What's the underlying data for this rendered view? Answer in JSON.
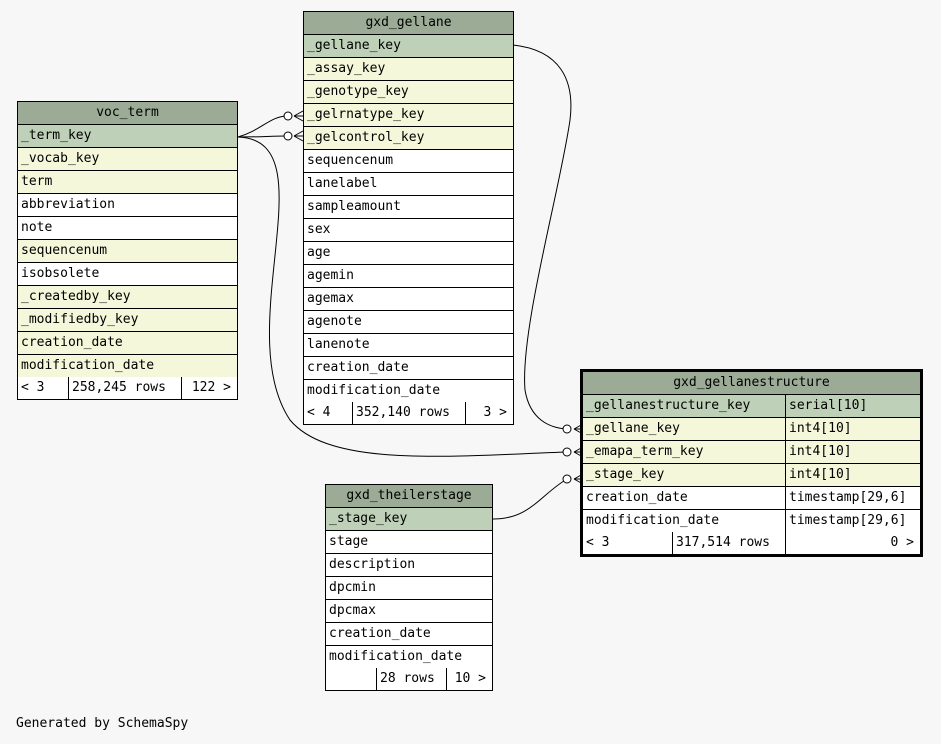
{
  "tables": {
    "voc_term": {
      "name": "voc_term",
      "columns": [
        {
          "name": "_term_key",
          "kind": "pk"
        },
        {
          "name": "_vocab_key",
          "kind": "fk"
        },
        {
          "name": "term",
          "kind": "fk"
        },
        {
          "name": "abbreviation",
          "kind": "plain"
        },
        {
          "name": "note",
          "kind": "plain"
        },
        {
          "name": "sequencenum",
          "kind": "fk"
        },
        {
          "name": "isobsolete",
          "kind": "plain"
        },
        {
          "name": "_createdby_key",
          "kind": "fk"
        },
        {
          "name": "_modifiedby_key",
          "kind": "fk"
        },
        {
          "name": "creation_date",
          "kind": "fk"
        },
        {
          "name": "modification_date",
          "kind": "fk"
        }
      ],
      "footer": {
        "parents": "< 3",
        "rows": "258,245 rows",
        "children": "122 >"
      }
    },
    "gxd_gellane": {
      "name": "gxd_gellane",
      "columns": [
        {
          "name": "_gellane_key",
          "kind": "pk"
        },
        {
          "name": "_assay_key",
          "kind": "fk"
        },
        {
          "name": "_genotype_key",
          "kind": "fk"
        },
        {
          "name": "_gelrnatype_key",
          "kind": "fk"
        },
        {
          "name": "_gelcontrol_key",
          "kind": "fk"
        },
        {
          "name": "sequencenum",
          "kind": "plain"
        },
        {
          "name": "lanelabel",
          "kind": "plain"
        },
        {
          "name": "sampleamount",
          "kind": "plain"
        },
        {
          "name": "sex",
          "kind": "plain"
        },
        {
          "name": "age",
          "kind": "plain"
        },
        {
          "name": "agemin",
          "kind": "plain"
        },
        {
          "name": "agemax",
          "kind": "plain"
        },
        {
          "name": "agenote",
          "kind": "plain"
        },
        {
          "name": "lanenote",
          "kind": "plain"
        },
        {
          "name": "creation_date",
          "kind": "plain"
        },
        {
          "name": "modification_date",
          "kind": "plain"
        }
      ],
      "footer": {
        "parents": "< 4",
        "rows": "352,140 rows",
        "children": "3 >"
      }
    },
    "gxd_gellanestructure": {
      "name": "gxd_gellanestructure",
      "columns": [
        {
          "name": "_gellanestructure_key",
          "type": "serial[10]",
          "kind": "pk"
        },
        {
          "name": "_gellane_key",
          "type": "int4[10]",
          "kind": "fk"
        },
        {
          "name": "_emapa_term_key",
          "type": "int4[10]",
          "kind": "fk"
        },
        {
          "name": "_stage_key",
          "type": "int4[10]",
          "kind": "fk"
        },
        {
          "name": "creation_date",
          "type": "timestamp[29,6]",
          "kind": "plain"
        },
        {
          "name": "modification_date",
          "type": "timestamp[29,6]",
          "kind": "plain"
        }
      ],
      "footer": {
        "parents": "< 3",
        "rows": "317,514 rows",
        "children": "0 >"
      }
    },
    "gxd_theilerstage": {
      "name": "gxd_theilerstage",
      "columns": [
        {
          "name": "_stage_key",
          "kind": "pk"
        },
        {
          "name": "stage",
          "kind": "plain"
        },
        {
          "name": "description",
          "kind": "plain"
        },
        {
          "name": "dpcmin",
          "kind": "plain"
        },
        {
          "name": "dpcmax",
          "kind": "plain"
        },
        {
          "name": "creation_date",
          "kind": "plain"
        },
        {
          "name": "modification_date",
          "kind": "plain"
        }
      ],
      "footer": {
        "parents": "",
        "rows": "28 rows",
        "children": "10 >"
      }
    }
  },
  "generated_by": "Generated by SchemaSpy"
}
